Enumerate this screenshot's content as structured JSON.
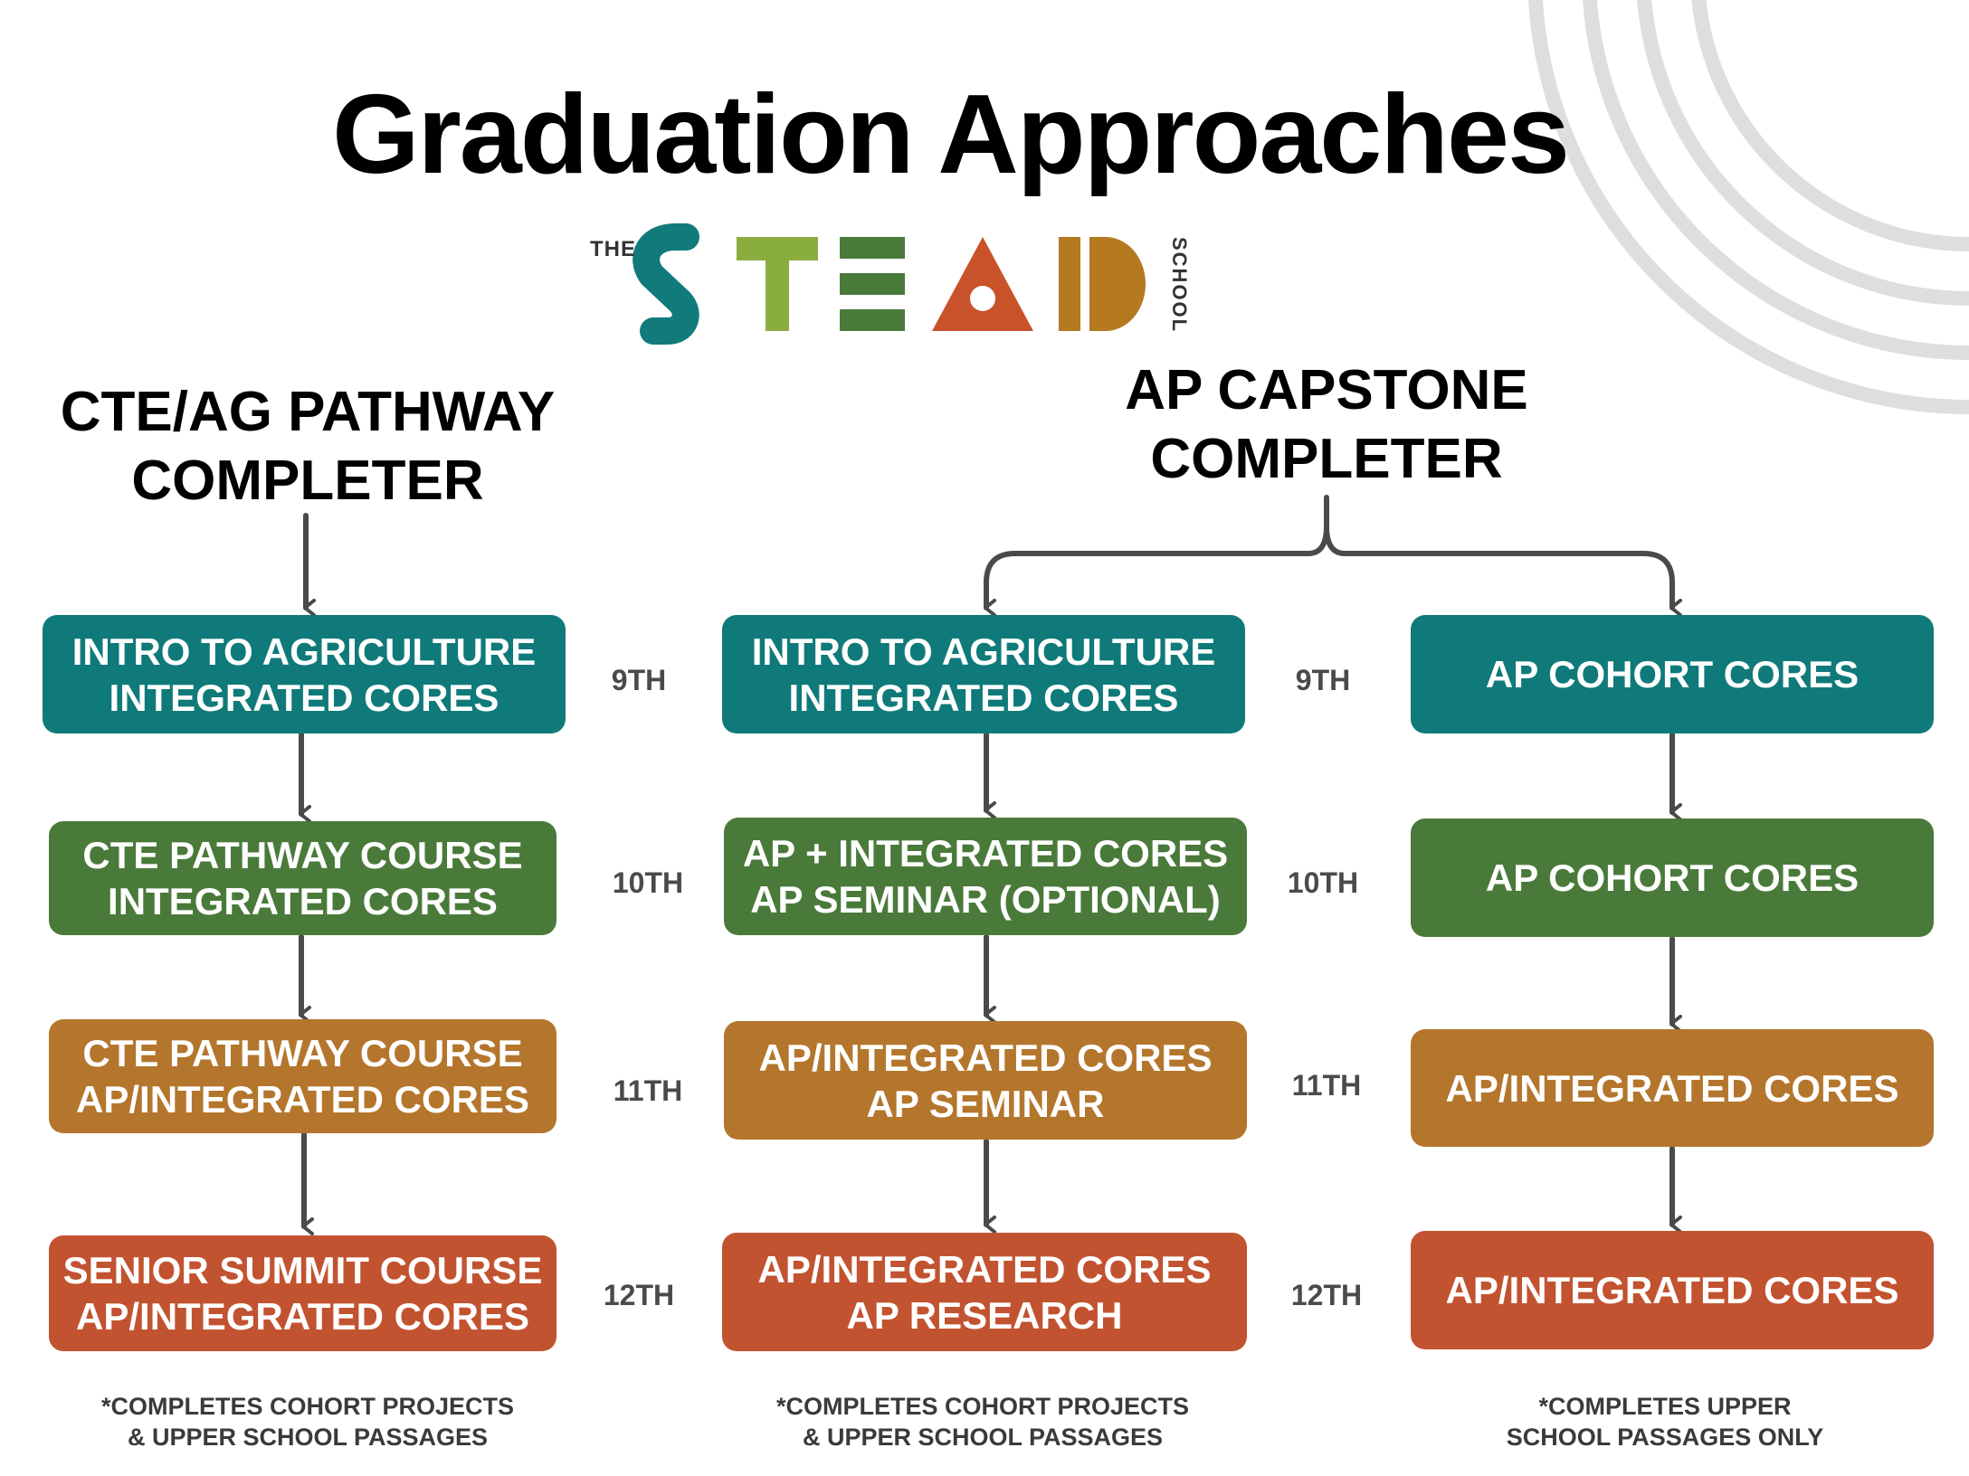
{
  "title": "Graduation Approaches",
  "logo": {
    "the": "THE",
    "name": "STEAD",
    "school": "SCHOOL",
    "letter_colors": [
      "#117a7a",
      "#8aad3f",
      "#4a7a3a",
      "#c8532a",
      "#b5791f"
    ]
  },
  "colors": {
    "teal": "#0f7a79",
    "green": "#4a7a3a",
    "gold": "#b4762c",
    "rust": "#c25330",
    "arrow": "#4a4a4a"
  },
  "pathways": {
    "cte": {
      "heading": [
        "CTE/AG PATHWAY",
        "COMPLETER"
      ],
      "steps": [
        {
          "grade": "9TH",
          "lines": [
            "INTRO TO AGRICULTURE",
            "INTEGRATED CORES"
          ]
        },
        {
          "grade": "10TH",
          "lines": [
            "CTE PATHWAY COURSE",
            "INTEGRATED CORES"
          ]
        },
        {
          "grade": "11TH",
          "lines": [
            "CTE PATHWAY COURSE",
            "AP/INTEGRATED CORES"
          ]
        },
        {
          "grade": "12TH",
          "lines": [
            "SENIOR SUMMIT COURSE",
            "AP/INTEGRATED CORES"
          ]
        }
      ],
      "note": [
        "*COMPLETES COHORT PROJECTS",
        "&  UPPER SCHOOL PASSAGES"
      ]
    },
    "ap_capstone": {
      "heading": [
        "AP CAPSTONE",
        "COMPLETER"
      ],
      "track_a": {
        "steps": [
          {
            "grade": "9TH",
            "lines": [
              "INTRO TO AGRICULTURE",
              "INTEGRATED CORES"
            ]
          },
          {
            "grade": "10TH",
            "lines": [
              "AP + INTEGRATED CORES",
              "AP SEMINAR (OPTIONAL)"
            ]
          },
          {
            "grade": "11TH",
            "lines": [
              "AP/INTEGRATED CORES",
              "AP SEMINAR"
            ]
          },
          {
            "grade": "12TH",
            "lines": [
              "AP/INTEGRATED CORES",
              "AP RESEARCH"
            ]
          }
        ],
        "note": [
          "*COMPLETES COHORT PROJECTS",
          "&  UPPER SCHOOL PASSAGES"
        ]
      },
      "track_b": {
        "steps": [
          {
            "lines": [
              "AP COHORT CORES"
            ]
          },
          {
            "lines": [
              "AP COHORT CORES"
            ]
          },
          {
            "lines": [
              "AP/INTEGRATED CORES"
            ]
          },
          {
            "lines": [
              "AP/INTEGRATED CORES"
            ]
          }
        ],
        "note": [
          "*COMPLETES UPPER",
          "SCHOOL PASSAGES ONLY"
        ]
      }
    }
  }
}
